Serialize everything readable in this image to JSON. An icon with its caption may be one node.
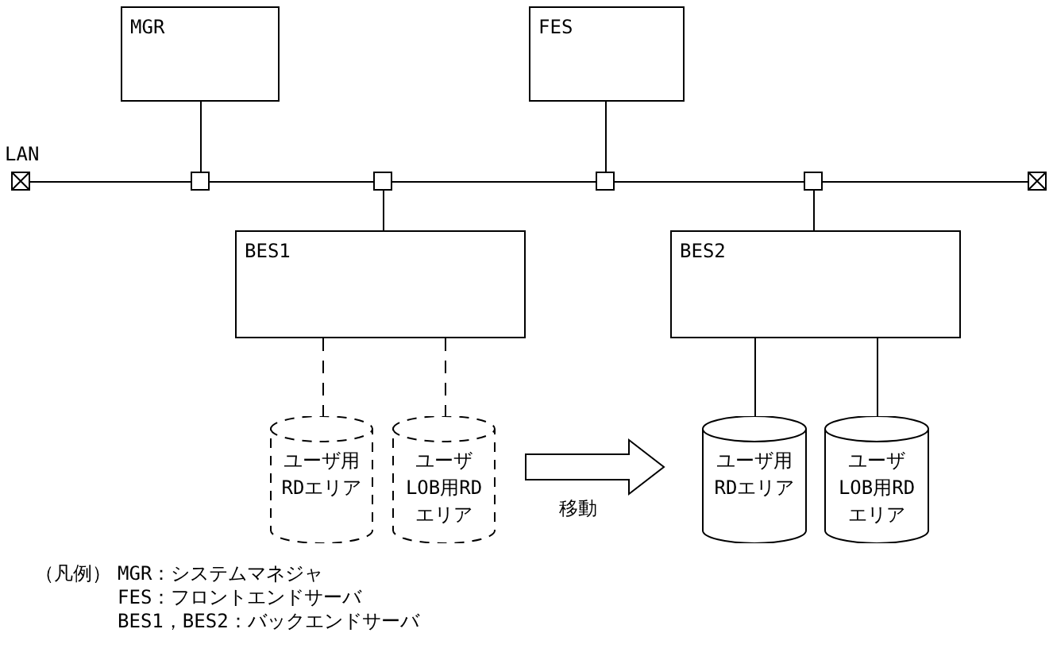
{
  "diagram": {
    "nodes": [
      {
        "text": [
          "MGR"
        ]
      },
      {
        "text": [
          "FES"
        ]
      },
      {
        "text": [],
        "shape": "box",
        "beside": [
          "LAN"
        ]
      },
      {
        "text": [],
        "shape": "box"
      },
      {
        "text": [],
        "shape": "box"
      },
      {
        "text": [],
        "shape": "box"
      },
      {
        "text": [],
        "shape": "box"
      },
      {
        "text": [],
        "shape": "box"
      },
      {
        "text": [
          "BES1"
        ]
      },
      {
        "text": [
          "BES2"
        ]
      },
      {
        "text": [
          "ユーザ用RDエリア"
        ]
      },
      {
        "text": [
          "ユーザLOB用RDエリア"
        ]
      },
      {
        "text": [
          "ユーザ用RDエリア"
        ]
      },
      {
        "text": [
          "ユーザLOB用RDエリア"
        ]
      }
    ],
    "edges": [
      {
        "from": 2,
        "to": 3,
        "arrow": "none"
      },
      {
        "from": 3,
        "to": 4,
        "arrow": "none"
      },
      {
        "from": 4,
        "to": 5,
        "arrow": "none"
      },
      {
        "from": 5,
        "to": 6,
        "arrow": "none"
      },
      {
        "from": 6,
        "to": 7,
        "arrow": "none"
      },
      {
        "from": 0,
        "to": 3,
        "arrow": "none"
      },
      {
        "from": 1,
        "to": 5,
        "arrow": "none"
      },
      {
        "from": 4,
        "to": 8,
        "arrow": "none"
      },
      {
        "from": 6,
        "to": 9,
        "arrow": "none"
      },
      {
        "from": 8,
        "to": 10,
        "arrow": "none",
        "style": "dashed"
      },
      {
        "from": 8,
        "to": 11,
        "arrow": "none",
        "style": "dashed"
      },
      {
        "from": 9,
        "to": 12,
        "arrow": "none"
      },
      {
        "from": 9,
        "to": 13,
        "arrow": "none"
      },
      {
        "from": 11,
        "to": 12,
        "arrow": "to",
        "style": "thick",
        "label": "移動"
      }
    ],
    "labels": [
      "（凡例）",
      "MGR：システムマネジャ",
      "FES：フロントエンドサーバ",
      "BES1，BES2：バックエンドサーバ"
    ]
  }
}
